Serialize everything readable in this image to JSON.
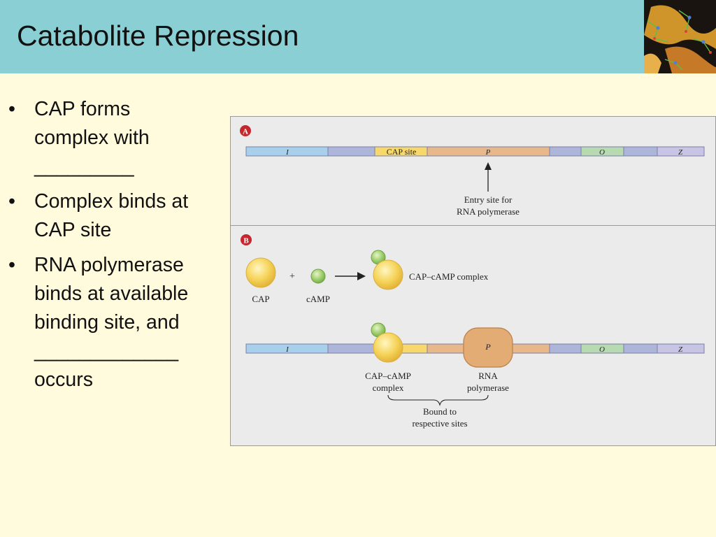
{
  "slide": {
    "title": "Catabolite Repression",
    "corner_image_icon": "protein-structure-image"
  },
  "bullets": [
    {
      "text": "CAP forms\ncomplex with\n_________"
    },
    {
      "text": "Complex binds at\nCAP site"
    },
    {
      "text": "RNA polymerase\nbinds at available\nbinding site, and\n_____________\noccurs"
    }
  ],
  "figure": {
    "panel_a": {
      "badge": "A",
      "segments": {
        "I": "I",
        "CAP": "CAP site",
        "P": "P",
        "O": "O",
        "Z": "Z"
      },
      "annotation_line1": "Entry site for",
      "annotation_line2": "RNA polymerase"
    },
    "panel_b": {
      "badge": "B",
      "cap_label": "CAP",
      "plus": "+",
      "camp_label": "cAMP",
      "complex_label": "CAP–cAMP complex",
      "segments": {
        "I": "I",
        "P": "P",
        "O": "O",
        "Z": "Z"
      },
      "bound_complex_line1": "CAP–cAMP",
      "bound_complex_line2": "complex",
      "polymerase_line1": "RNA",
      "polymerase_line2": "polymerase",
      "bound_line1": "Bound to",
      "bound_line2": "respective sites"
    }
  },
  "colors": {
    "header_bg": "#89cfd3",
    "slide_bg": "#fffbdc",
    "figure_bg": "#ebebeb",
    "badge_red": "#c4272d",
    "segment_I": "#a8d0ea",
    "segment_blank": "#adb5d8",
    "segment_cap": "#f8d86a",
    "segment_P": "#e8b88a",
    "segment_O": "#b8dab0",
    "segment_Z": "#c8c4e4",
    "cap_yellow": "#f6d45a",
    "camp_green": "#9fcf6e",
    "polymerase_tan": "#e2ac74"
  }
}
